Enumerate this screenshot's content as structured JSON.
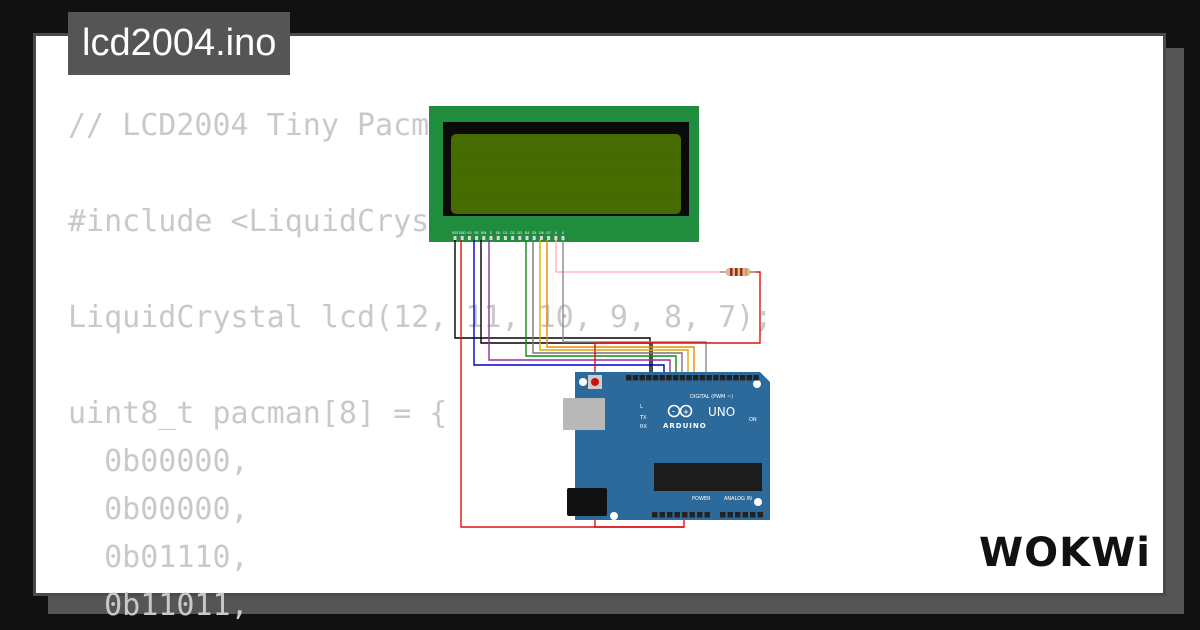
{
  "title": "lcd2004.ino",
  "code_lines": [
    "// LCD2004 Tiny Pacman",
    "",
    "#include <LiquidCrystal.h>",
    "",
    "LiquidCrystal lcd(12, 11, 10, 9, 8, 7);",
    "",
    "uint8_t pacman[8] = {",
    "  0b00000,",
    "  0b00000,",
    "  0b01110,",
    "  0b11011,"
  ],
  "lcd_pin_labels": [
    "VSS",
    "VDD",
    "V0",
    "RS",
    "RW",
    "E",
    "D0",
    "D1",
    "D2",
    "D3",
    "D4",
    "D5",
    "D6",
    "D7",
    "A",
    "K"
  ],
  "arduino": {
    "brand": "ARDUINO",
    "model": "UNO",
    "digital_label": "DIGITAL (PWM ~)",
    "power_label": "POWER",
    "analog_label": "ANALOG IN",
    "tx_label": "TX",
    "rx_label": "RX",
    "on_label": "ON",
    "l_label": "L"
  },
  "logo_text": "WOKWi",
  "colors": {
    "background": "#111111",
    "card": "#ffffff",
    "code_text": "#c9c9c9",
    "title_bg": "#555555",
    "lcd_board": "#1f8c3e",
    "lcd_screen": "#466b00",
    "arduino_board": "#2d6a9c",
    "wire_red": "#dd1111"
  },
  "icons": {
    "logo": "wokwi-logo",
    "resistor": "resistor-icon",
    "lcd": "lcd2004-icon",
    "arduino": "arduino-uno-icon"
  }
}
